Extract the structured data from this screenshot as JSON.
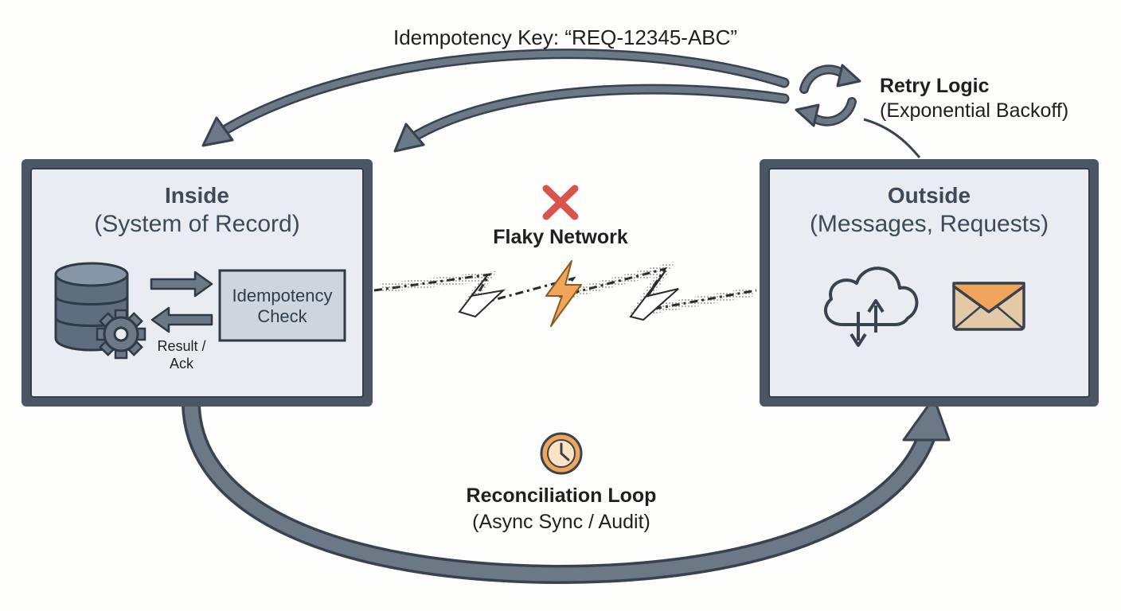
{
  "idempotency_key_label": "Idempotency Key: “REQ-12345-ABC”",
  "retry": {
    "title": "Retry Logic",
    "subtitle": "(Exponential Backoff)"
  },
  "inside": {
    "title": "Inside",
    "subtitle": "(System of Record)"
  },
  "outside": {
    "title": "Outside",
    "subtitle": "(Messages, Requests)"
  },
  "network": {
    "label": "Flaky Network"
  },
  "check": {
    "line1": "Idempotency",
    "line2": "Check"
  },
  "result": {
    "line1": "Result /",
    "line2": "Ack"
  },
  "reconciliation": {
    "title": "Reconciliation Loop",
    "subtitle": "(Async Sync / Audit)"
  },
  "icons": [
    "refresh-icon",
    "database-icon",
    "gear-icon",
    "cloud-sync-icon",
    "envelope-icon",
    "error-x-icon",
    "lightning-icon",
    "clock-icon"
  ],
  "colors": {
    "box_border": "#4a5663",
    "box_fill": "#e9edf1",
    "arrow": "#5c6b7b",
    "accent_orange": "#f0a55a",
    "error_red": "#d9534f",
    "text_dark": "#3c4a5a"
  }
}
